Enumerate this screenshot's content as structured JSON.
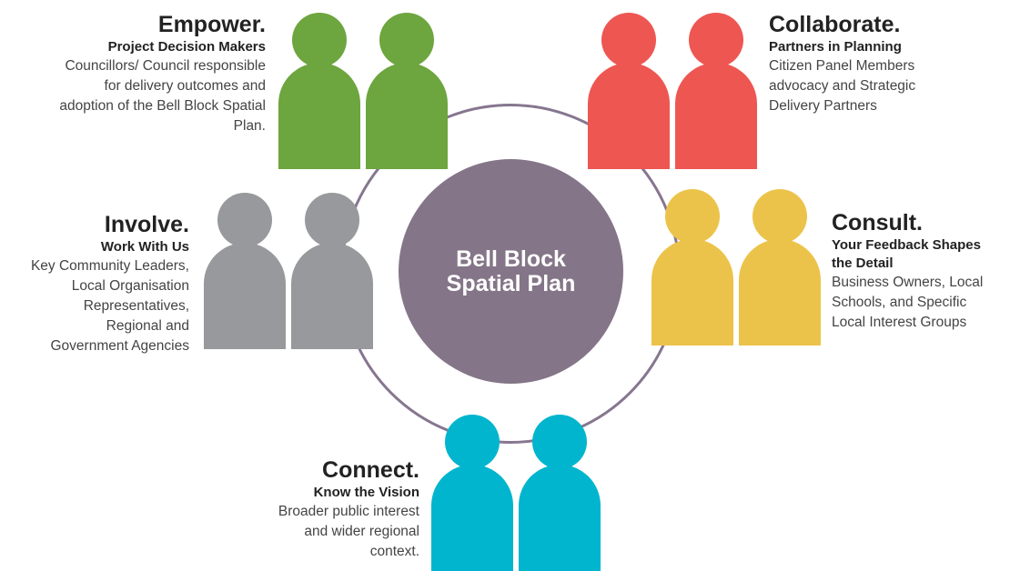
{
  "colors": {
    "ring": "#86768f",
    "hub": "#847588",
    "empower": "#6da53e",
    "collaborate": "#ee5652",
    "involve": "#97999c",
    "consult": "#ecc34a",
    "connect": "#00b5cd"
  },
  "hub": {
    "line1": "Bell Block",
    "line2": "Spatial Plan"
  },
  "groups": {
    "empower": {
      "title": "Empower.",
      "subtitle": "Project Decision Makers",
      "description": [
        "Councillors/ Council responsible",
        "for delivery outcomes and",
        "adoption of the Bell Block Spatial",
        "Plan."
      ]
    },
    "collaborate": {
      "title": "Collaborate.",
      "subtitle": "Partners in Planning",
      "description": [
        "Citizen Panel Members",
        "advocacy and Strategic",
        "Delivery Partners"
      ]
    },
    "involve": {
      "title": "Involve.",
      "subtitle": "Work With Us",
      "description": [
        "Key Community Leaders,",
        "Local Organisation",
        "Representatives,",
        "Regional and",
        "Government Agencies"
      ]
    },
    "consult": {
      "title": "Consult.",
      "subtitle": [
        "Your Feedback Shapes",
        "the Detail"
      ],
      "description": [
        "Business Owners, Local",
        "Schools, and Specific",
        "Local Interest Groups"
      ]
    },
    "connect": {
      "title": "Connect.",
      "subtitle": "Know the Vision",
      "description": [
        "Broader public interest",
        "and wider regional",
        "context."
      ]
    }
  }
}
